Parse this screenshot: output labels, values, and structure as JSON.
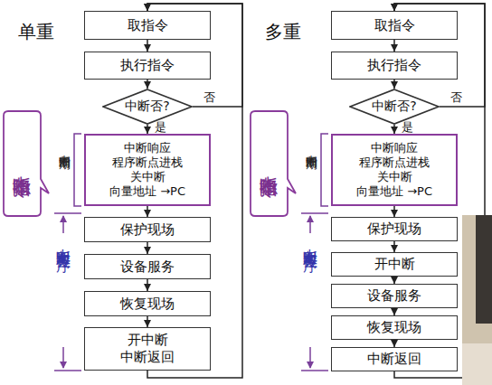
{
  "diagram": {
    "nodes": [
      {
        "text": [
          "中断隐指令"
        ]
      },
      {
        "text": [
          "取指令"
        ]
      },
      {
        "text": [
          "执行指令"
        ]
      },
      {
        "text": [
          "中断否?"
        ]
      },
      {
        "text": [
          "中断响应",
          "程序断点进栈",
          "关中断",
          "向量地址 →PC"
        ]
      },
      {
        "text": [
          "保护现场"
        ]
      },
      {
        "text": [
          "设备服务"
        ]
      },
      {
        "text": [
          "恢复现场"
        ]
      },
      {
        "text": [
          "开中断",
          "中断返回"
        ]
      },
      {
        "text": [
          "中断隐指令"
        ]
      },
      {
        "text": [
          "取指令"
        ]
      },
      {
        "text": [
          "执行指令"
        ]
      },
      {
        "text": [
          "中断否?"
        ]
      },
      {
        "text": [
          "中断响应",
          "程序断点进栈",
          "关中断",
          "向量地址 →PC"
        ]
      },
      {
        "text": [
          "保护现场"
        ]
      },
      {
        "text": [
          "开中断"
        ]
      },
      {
        "text": [
          "设备服务"
        ]
      },
      {
        "text": [
          "恢复现场"
        ]
      },
      {
        "text": [
          "中断返回"
        ]
      }
    ],
    "edges": [
      {
        "from": 1,
        "to": 2,
        "arrow": "to"
      },
      {
        "from": 2,
        "to": 3,
        "arrow": "to"
      },
      {
        "from": 3,
        "to": 4,
        "label": "是",
        "arrow": "to"
      },
      {
        "from": 3,
        "to": 1,
        "label": "否",
        "arrow": "to"
      },
      {
        "from": 4,
        "to": 5,
        "arrow": "to"
      },
      {
        "from": 5,
        "to": 6,
        "arrow": "to"
      },
      {
        "from": 6,
        "to": 7,
        "arrow": "to"
      },
      {
        "from": 7,
        "to": 8,
        "arrow": "to"
      },
      {
        "from": 8,
        "to": 1,
        "arrow": "to"
      },
      {
        "from": 10,
        "to": 11,
        "arrow": "to"
      },
      {
        "from": 11,
        "to": 12,
        "arrow": "to"
      },
      {
        "from": 12,
        "to": 13,
        "label": "是",
        "arrow": "to"
      },
      {
        "from": 12,
        "to": 10,
        "label": "否",
        "arrow": "to"
      },
      {
        "from": 13,
        "to": 14,
        "arrow": "to"
      },
      {
        "from": 14,
        "to": 15,
        "arrow": "to"
      },
      {
        "from": 15,
        "to": 16,
        "arrow": "to"
      },
      {
        "from": 16,
        "to": 17,
        "arrow": "to"
      },
      {
        "from": 17,
        "to": 18,
        "arrow": "to"
      },
      {
        "from": 18,
        "to": 10,
        "arrow": "to"
      }
    ],
    "labels": [
      "单重",
      "中断周期",
      "中断服务程序",
      "多重",
      "中断周期",
      "中断服务程序"
    ]
  }
}
